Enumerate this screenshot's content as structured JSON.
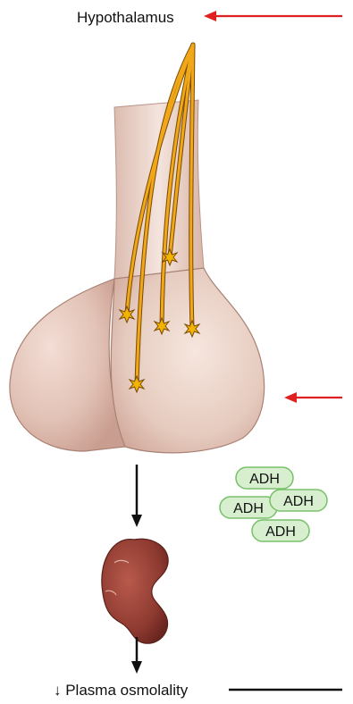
{
  "labels": {
    "top": "Hypothalamus",
    "bottom": "↓ Plasma osmolality"
  },
  "hormone": {
    "pill_label": "ADH"
  },
  "colors": {
    "feedback_arrow": "#e02020",
    "flow_arrow": "#111111",
    "pituitary": "#e2c2b6",
    "neuron_fiber": "#e8a317",
    "neuron_body": "#f2b400",
    "kidney": "#8e3a30",
    "adh_pill_fill": "#d7efcf",
    "adh_pill_stroke": "#79c06a"
  }
}
